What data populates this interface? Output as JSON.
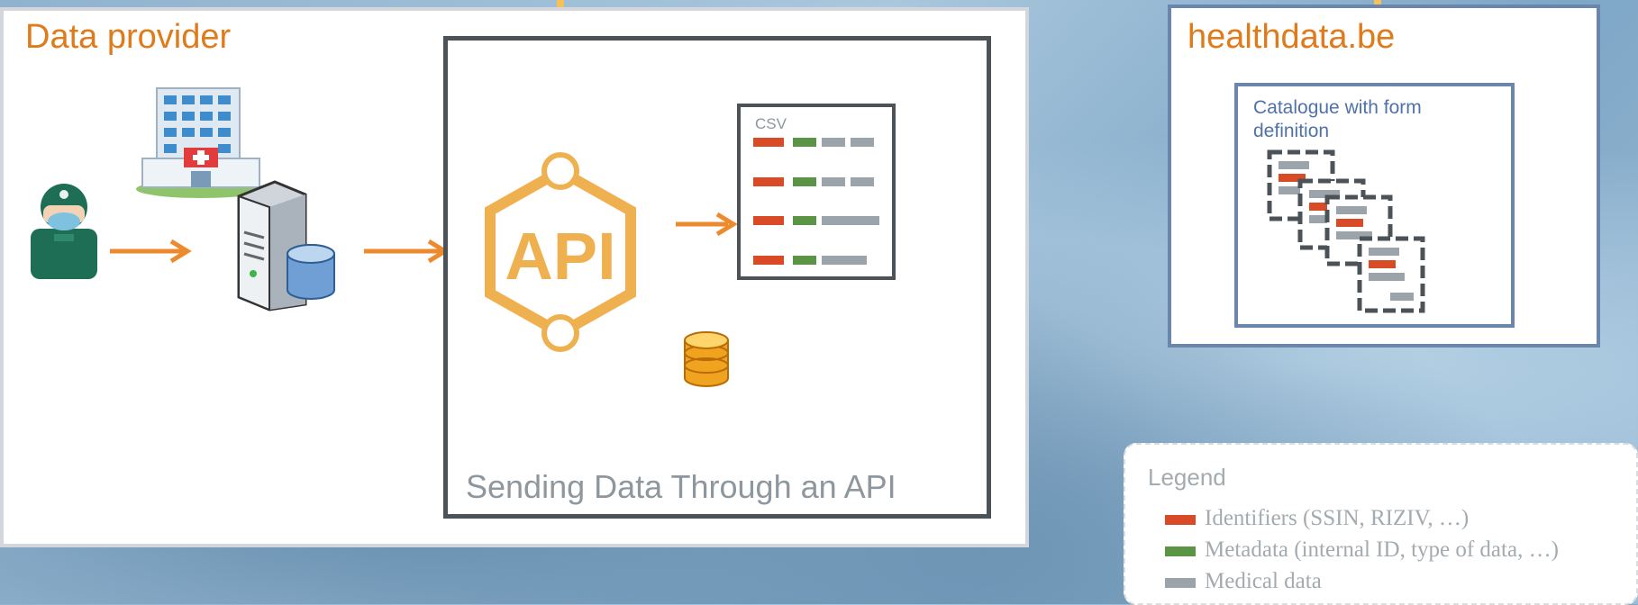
{
  "provider": {
    "title": "Data provider"
  },
  "api": {
    "badge": "API",
    "caption": "Sending Data Through an API"
  },
  "csv": {
    "label": "CSV"
  },
  "healthdata": {
    "title": "healthdata.be",
    "catalogue_label": "Catalogue with form definition"
  },
  "legend": {
    "title": "Legend",
    "items": [
      {
        "label": "Identifiers (SSIN, RIZIV, …)",
        "color": "#d94a26"
      },
      {
        "label": "Metadata (internal ID, type of data, …)",
        "color": "#5b9444"
      },
      {
        "label": "Medical data",
        "color": "#9aa4aa"
      }
    ]
  },
  "colors": {
    "accent": "#e07b1b",
    "arrow": "#ee8a2e",
    "dashed_arrow": "#f7c15a",
    "frame": "#4c5358",
    "catalogue_border": "#6b86ad"
  },
  "icons": [
    "doctor-icon",
    "hospital-icon",
    "server-database-icon",
    "api-hexagon-icon",
    "database-coins-icon",
    "form-stack-icon"
  ]
}
